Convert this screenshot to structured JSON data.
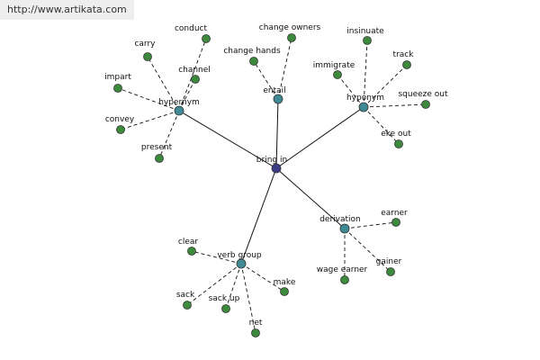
{
  "header": {
    "url": "http://www.artikata.com"
  },
  "graph": {
    "colors": {
      "center": "#3b3b87",
      "relation": "#3f8a94",
      "leaf": "#3d8a3d",
      "edge": "#111111"
    },
    "center": {
      "id": "c",
      "label": "bring in"
    },
    "relations": [
      {
        "id": "hypernym",
        "label": "hypernym"
      },
      {
        "id": "entail",
        "label": "entail"
      },
      {
        "id": "hyponym",
        "label": "hyponym"
      },
      {
        "id": "derivation",
        "label": "derivation"
      },
      {
        "id": "verbgroup",
        "label": "verb group"
      }
    ],
    "leaves": [
      {
        "id": "conduct",
        "label": "conduct",
        "rel": "hypernym"
      },
      {
        "id": "carry",
        "label": "carry",
        "rel": "hypernym"
      },
      {
        "id": "channel",
        "label": "channel",
        "rel": "hypernym"
      },
      {
        "id": "impart",
        "label": "impart",
        "rel": "hypernym"
      },
      {
        "id": "convey",
        "label": "convey",
        "rel": "hypernym"
      },
      {
        "id": "present",
        "label": "present",
        "rel": "hypernym"
      },
      {
        "id": "changeowners",
        "label": "change owners",
        "rel": "entail"
      },
      {
        "id": "changehands",
        "label": "change hands",
        "rel": "entail"
      },
      {
        "id": "insinuate",
        "label": "insinuate",
        "rel": "hyponym"
      },
      {
        "id": "track",
        "label": "track",
        "rel": "hyponym"
      },
      {
        "id": "immigrate",
        "label": "immigrate",
        "rel": "hyponym"
      },
      {
        "id": "squeezeout",
        "label": "squeeze out",
        "rel": "hyponym"
      },
      {
        "id": "ekeout",
        "label": "eke out",
        "rel": "hyponym"
      },
      {
        "id": "earner",
        "label": "earner",
        "rel": "derivation"
      },
      {
        "id": "gainer",
        "label": "gainer",
        "rel": "derivation"
      },
      {
        "id": "wageearner",
        "label": "wage earner",
        "rel": "derivation"
      },
      {
        "id": "clear",
        "label": "clear",
        "rel": "verbgroup"
      },
      {
        "id": "make",
        "label": "make",
        "rel": "verbgroup"
      },
      {
        "id": "sack",
        "label": "sack",
        "rel": "verbgroup"
      },
      {
        "id": "sackup",
        "label": "sack up",
        "rel": "verbgroup"
      },
      {
        "id": "net",
        "label": "net",
        "rel": "verbgroup"
      }
    ]
  }
}
